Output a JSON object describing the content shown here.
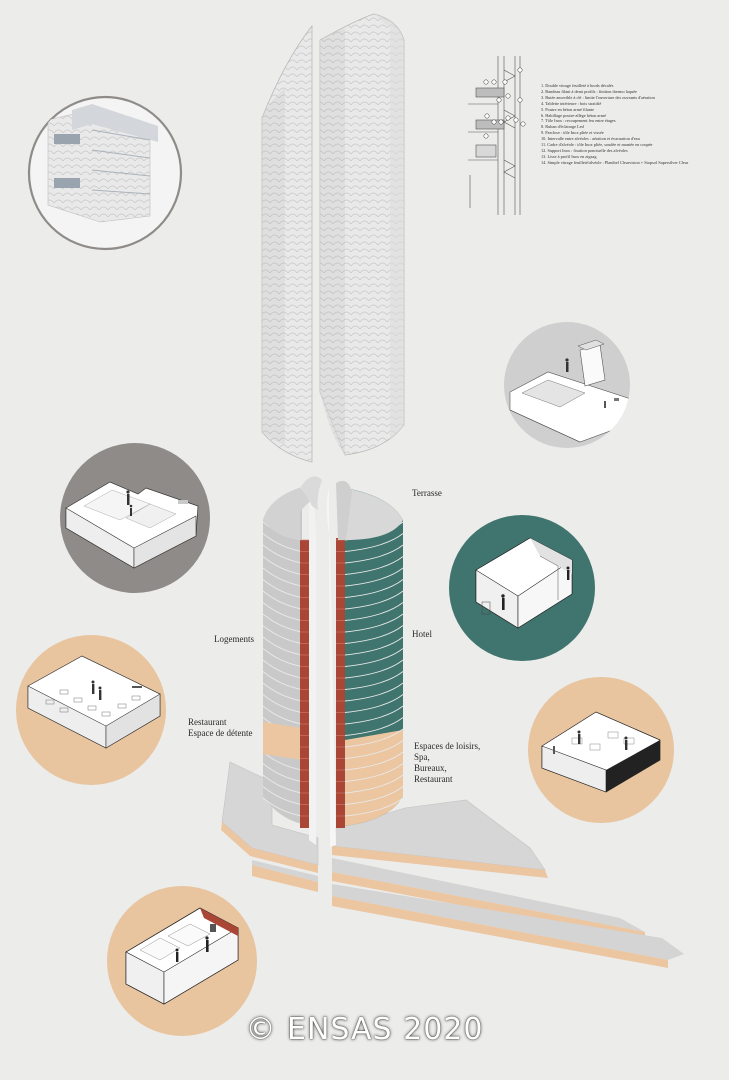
{
  "labels": {
    "terrasse": "Terrasse",
    "logements": "Logements",
    "hotel": "Hotel",
    "restaurant_line1": "Restaurant",
    "restaurant_line2": "Espace de détente",
    "loisirs_line1": "Espaces de loisirs,",
    "loisirs_line2": "Spa,",
    "loisirs_line3": "Bureaux,",
    "loisirs_line4": "Restaurant"
  },
  "facade_legend": [
    "1. Double vitrage feuilleté à bords décalés",
    "2. Bandeau filant à demi profils : finition thermo laquée",
    "3. Butée amovible à clé : limite l'ouverture des ouvrants d'aération",
    "4. Tablette intérieure : bois stratifié",
    "5. Poutre en béton armé filante",
    "6. Habillage poutre-allège béton armé",
    "7. Tôle Inox : recoupement feu entre étages",
    "8. Ruban d'éclairage Led",
    "9. Parclose : tôle Inox pliée et vissée",
    "10. Intervalle entre alvéoles : aération et évacuation d'eau",
    "11. Cadre d'alvéole : tôle Inox pliée, soudée et montée en coupée",
    "12. Support Inox : fixation ponctuelle des alvéoles",
    "13. Lisse à profil Inox en zigzag",
    "14. Simple vitrage feuilleté/alvéole : Planibel Clearvision + Stopsol Supersilver Clear"
  ],
  "copyright": "© ENSAS 2020",
  "colors": {
    "background": "#ececea",
    "hotel_teal": "#3f756e",
    "logements_gray": "#c9c9c9",
    "amenity_peach": "#ebc6a1",
    "accent_red": "#a94636",
    "circle_gray": "#cfcfcf",
    "circle_dark": "#8e8b88",
    "circle_peach": "#e8c49f"
  }
}
